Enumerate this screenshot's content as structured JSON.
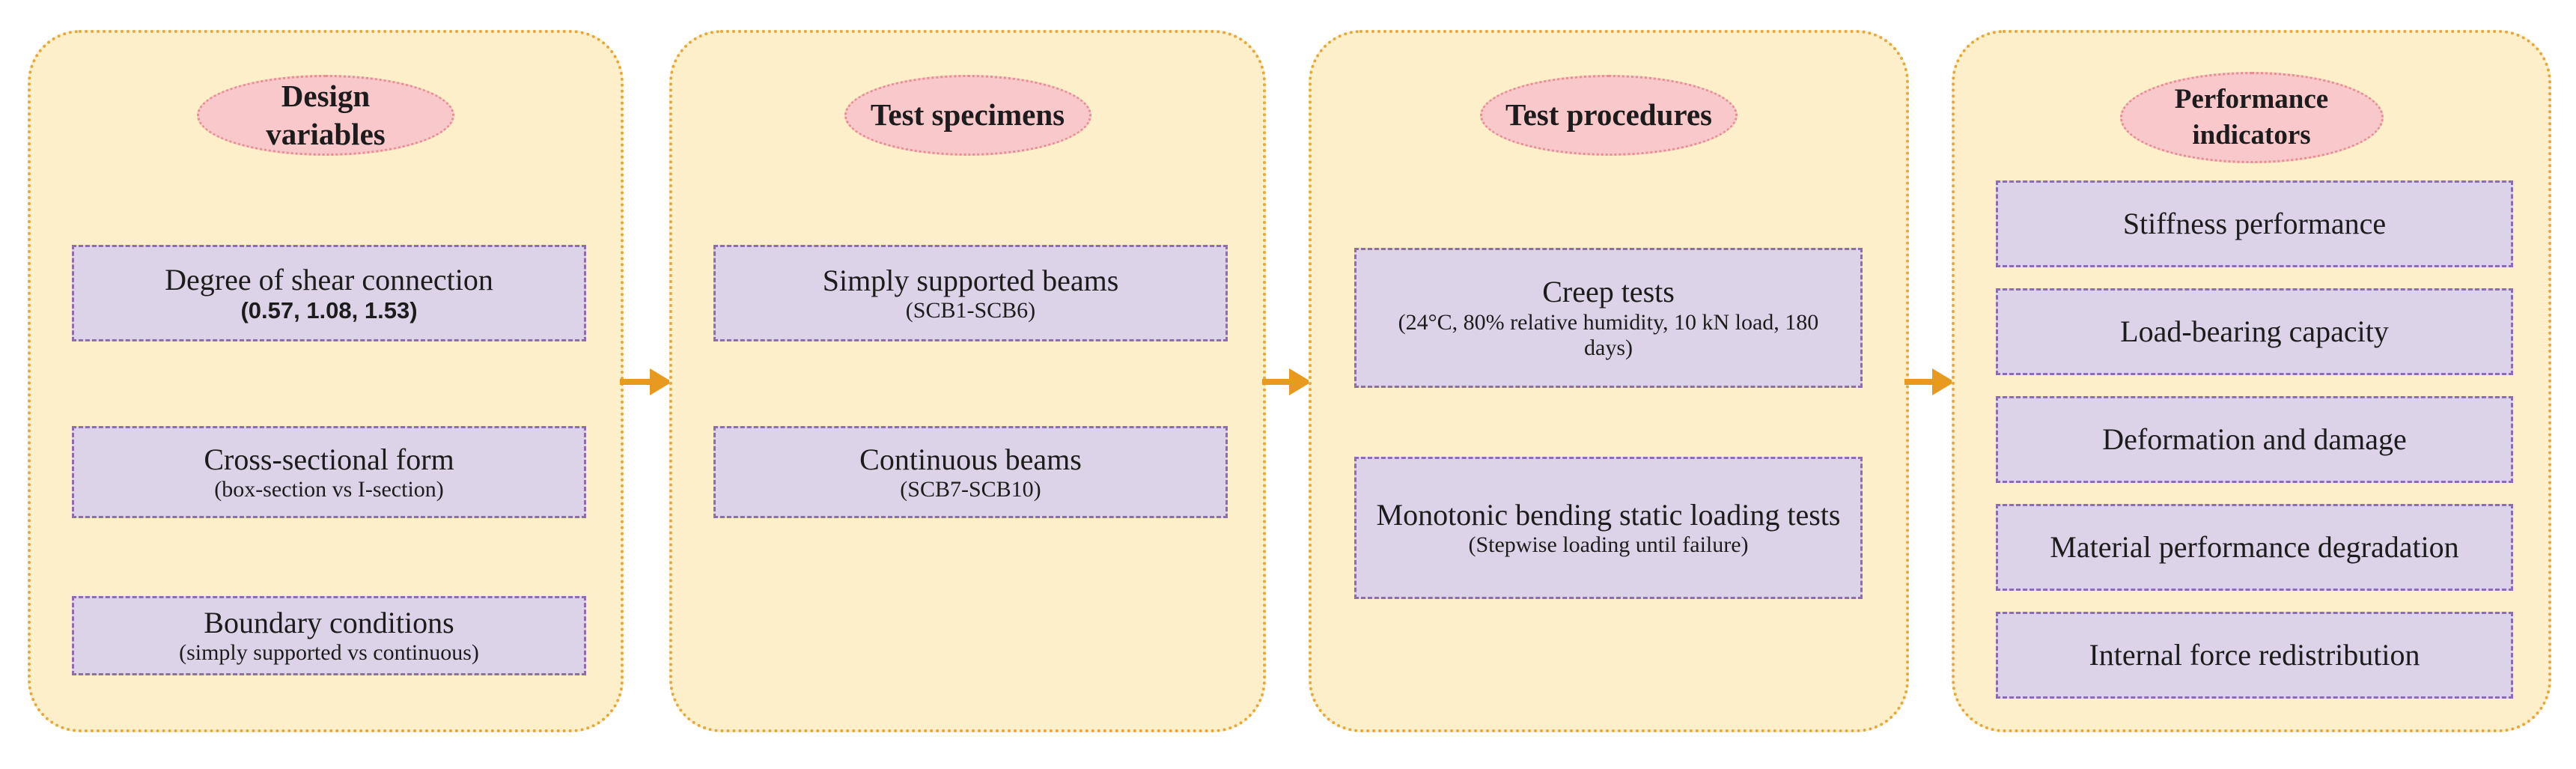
{
  "colors": {
    "background": "#FFFFFF",
    "panel_fill": "#FCEFC9",
    "panel_border": "#E3A83F",
    "header_fill": "#F9C8CB",
    "header_border": "#E58F8F",
    "box_fill": "#DDD3E8",
    "box_border": "#8E6DAF",
    "arrow": "#E8991F",
    "text": "#1C1C1C"
  },
  "panels": [
    {
      "header": "Design variables",
      "boxes": [
        {
          "title": "Degree of shear connection",
          "subtitle": "(0.57, 1.08, 1.53)"
        },
        {
          "title": "Cross-sectional form",
          "subtitle": "(box-section vs I-section)"
        },
        {
          "title": "Boundary conditions",
          "subtitle": "(simply supported vs continuous)"
        }
      ]
    },
    {
      "header": "Test specimens",
      "boxes": [
        {
          "title": "Simply supported beams",
          "subtitle": "(SCB1-SCB6)"
        },
        {
          "title": "Continuous beams",
          "subtitle": "(SCB7-SCB10)"
        }
      ]
    },
    {
      "header": "Test procedures",
      "boxes": [
        {
          "title": "Creep tests",
          "subtitle": "(24°C, 80% relative humidity, 10 kN load, 180 days)"
        },
        {
          "title": "Monotonic bending static loading tests",
          "subtitle": "(Stepwise loading until failure)"
        }
      ]
    },
    {
      "header": "Performance indicators",
      "boxes": [
        {
          "title": "Stiffness performance"
        },
        {
          "title": "Load-bearing capacity"
        },
        {
          "title": "Deformation and damage"
        },
        {
          "title": "Material performance degradation"
        },
        {
          "title": "Internal force redistribution"
        }
      ]
    }
  ]
}
